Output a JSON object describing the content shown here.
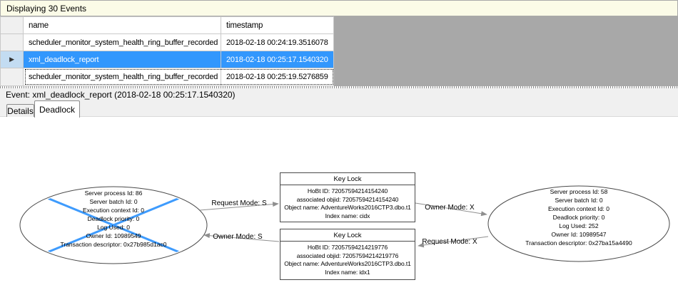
{
  "header": {
    "title": "Displaying 30 Events"
  },
  "grid": {
    "columns": [
      "name",
      "timestamp"
    ],
    "rows": [
      {
        "name": "scheduler_monitor_system_health_ring_buffer_recorded",
        "timestamp": "2018-02-18 00:24:19.3516078"
      },
      {
        "name": "xml_deadlock_report",
        "timestamp": "2018-02-18 00:25:17.1540320"
      },
      {
        "name": "scheduler_monitor_system_health_ring_buffer_recorded",
        "timestamp": "2018-02-18 00:25:19.5276859"
      }
    ],
    "selected_row_index": 1,
    "row_indicator_icon": "▶"
  },
  "event_bar": {
    "label": "Event: xml_deadlock_report (2018-02-18 00:25:17.1540320)"
  },
  "tabs": {
    "details": "Details",
    "deadlock": "Deadlock",
    "active_tab": "Deadlock"
  },
  "deadlock_graph": {
    "processes": [
      {
        "victim": true,
        "lines": [
          "Server process Id: 86",
          "Server batch Id: 0",
          "Execution context Id: 0",
          "Deadlock priority: 0",
          "Log Used: 0",
          "Owner Id: 10989549",
          "Transaction descriptor: 0x27b985d1ac0"
        ]
      },
      {
        "victim": false,
        "lines": [
          "Server process Id: 58",
          "Server batch Id: 0",
          "Execution context Id: 0",
          "Deadlock priority: 0",
          "Log Used: 252",
          "Owner Id: 10989547",
          "Transaction descriptor: 0x27ba15a4490"
        ]
      }
    ],
    "resources": [
      {
        "title": "Key Lock",
        "lines": [
          "HoBt ID: 72057594214154240",
          "associated objid: 72057594214154240",
          "Object name: AdventureWorks2016CTP3.dbo.t1",
          "Index name: cidx"
        ]
      },
      {
        "title": "Key Lock",
        "lines": [
          "HoBt ID: 72057594214219776",
          "associated objid: 72057594214219776",
          "Object name: AdventureWorks2016CTP3.dbo.t1",
          "Index name: idx1"
        ]
      }
    ],
    "edges": [
      {
        "label": "Request Mode: S",
        "from": "process-86",
        "to": "keylock-cidx"
      },
      {
        "label": "Owner Mode: S",
        "from": "keylock-idx1",
        "to": "process-86"
      },
      {
        "label": "Owner Mode: X",
        "from": "keylock-cidx",
        "to": "process-58"
      },
      {
        "label": "Request Mode: X",
        "from": "process-58",
        "to": "keylock-idx1"
      }
    ]
  },
  "colors": {
    "selection_blue": "#3297fd",
    "victim_cross_blue": "#3e9bfd",
    "info_bar_yellow": "#fbfbe7",
    "grid_filler_gray": "#a8a8a8",
    "edge_gray": "#8f8f8f"
  }
}
